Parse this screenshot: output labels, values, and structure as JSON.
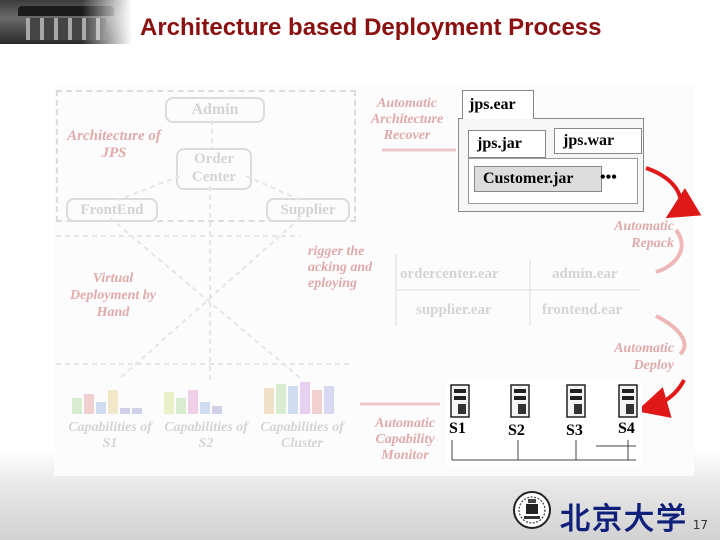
{
  "title": "Architecture based Deployment Process",
  "page_number": "17",
  "university_name": "北京大学",
  "faded_diagram": {
    "nodes": {
      "admin": "Admin",
      "order_center": "Order Center",
      "frontend": "FrontEnd",
      "supplier": "Supplier"
    },
    "labels": {
      "architecture_of_jps": "Architecture of JPS",
      "automatic_architecture_recover": "Automatic Architecture Recover",
      "trigger": "rigger the acking and eploying",
      "virtual_deployment": "Virtual Deployment by Hand",
      "automatic_repack": "Automatic Repack",
      "automatic_deploy": "Automatic Deploy",
      "automatic_capability_monitor": "Automatic Capability Monitor"
    },
    "capability_labels": [
      "Capabilities of S1",
      "Capabilities of S2",
      "Capabilities of Cluster"
    ],
    "repacked_ears": [
      "ordercenter.ear",
      "admin.ear",
      "supplier.ear",
      "frontend.ear"
    ]
  },
  "package_tree": {
    "root": "jps.ear",
    "children": [
      "jps.jar",
      "jps.war"
    ],
    "grandchild": "Customer.jar",
    "more": "•••"
  },
  "servers": [
    "S1",
    "S2",
    "S3",
    "S4"
  ],
  "accent_colors": {
    "title": "#8b1010",
    "arrow": "#e01818",
    "faded_text": "#e0aaaa",
    "university_blue": "#10207a"
  }
}
